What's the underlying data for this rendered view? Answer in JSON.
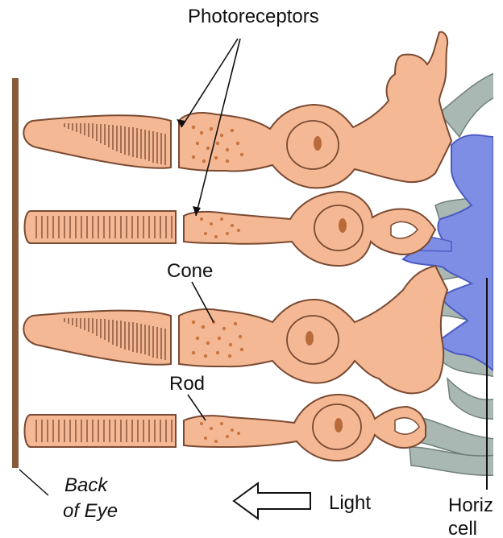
{
  "labels": {
    "photoreceptors": "Photoreceptors",
    "cone": "Cone",
    "rod": "Rod",
    "back_of_eye_line1": "Back",
    "back_of_eye_line2": "of Eye",
    "light": "Light",
    "horizontal_cell_line1": "Horiz",
    "horizontal_cell_line2": "cell"
  },
  "colors": {
    "cell_fill": "#f4b894",
    "cell_stroke": "#7a4a32",
    "pigment_dots": "#c8743f",
    "nucleus": "#b86a3a",
    "back_of_eye": "#8a5a3c",
    "horizontal_cell": "#7e8ee4",
    "horizontal_cell_stroke": "#4b5bc2",
    "other_cells": "#a9b8b2",
    "other_cells_stroke": "#6f7f79"
  },
  "icons": {
    "arrow": "left-arrow-outline"
  }
}
